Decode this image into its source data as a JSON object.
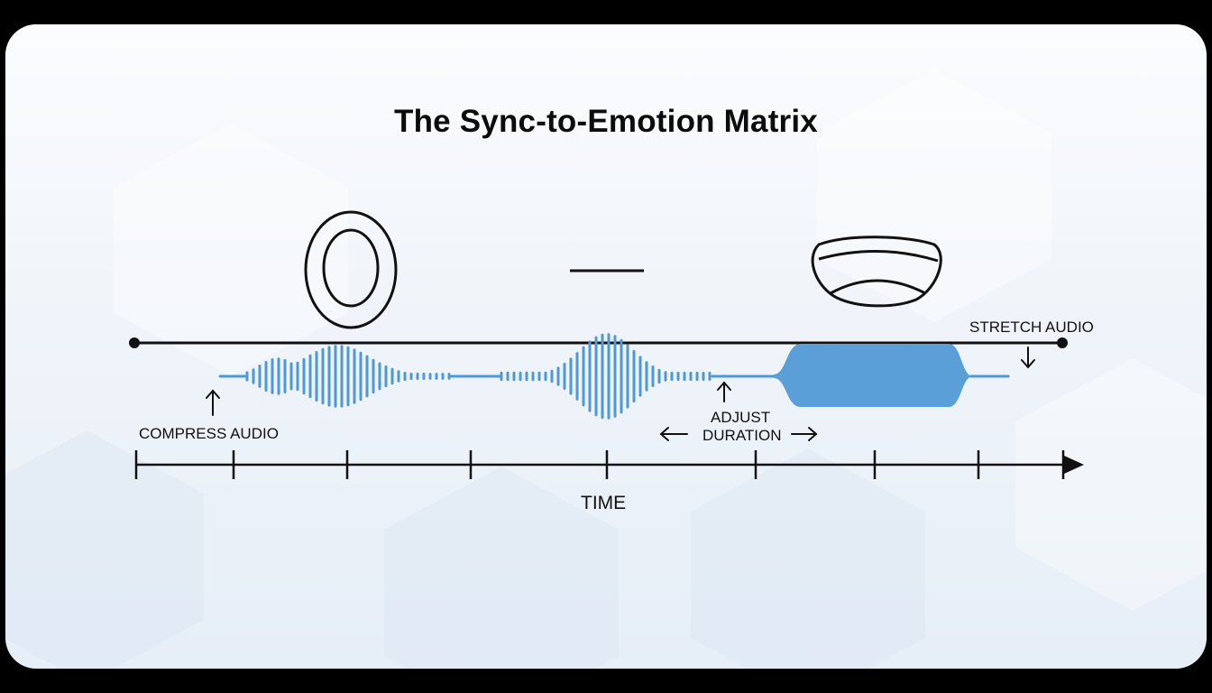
{
  "title": "The Sync-to-Emotion Matrix",
  "labels": {
    "stretch": "STRETCH AUDIO",
    "compress": "COMPRESS AUDIO",
    "adjust_line1": "ADJUST",
    "adjust_line2": "DURATION",
    "time": "TIME"
  },
  "icons": [
    "surprised-mouth-icon",
    "neutral-mouth-icon",
    "happy-mouth-icon"
  ],
  "colors": {
    "waveform": "#4f98d6",
    "waveform_fill": "#5a9fd8",
    "ink": "#111111"
  }
}
